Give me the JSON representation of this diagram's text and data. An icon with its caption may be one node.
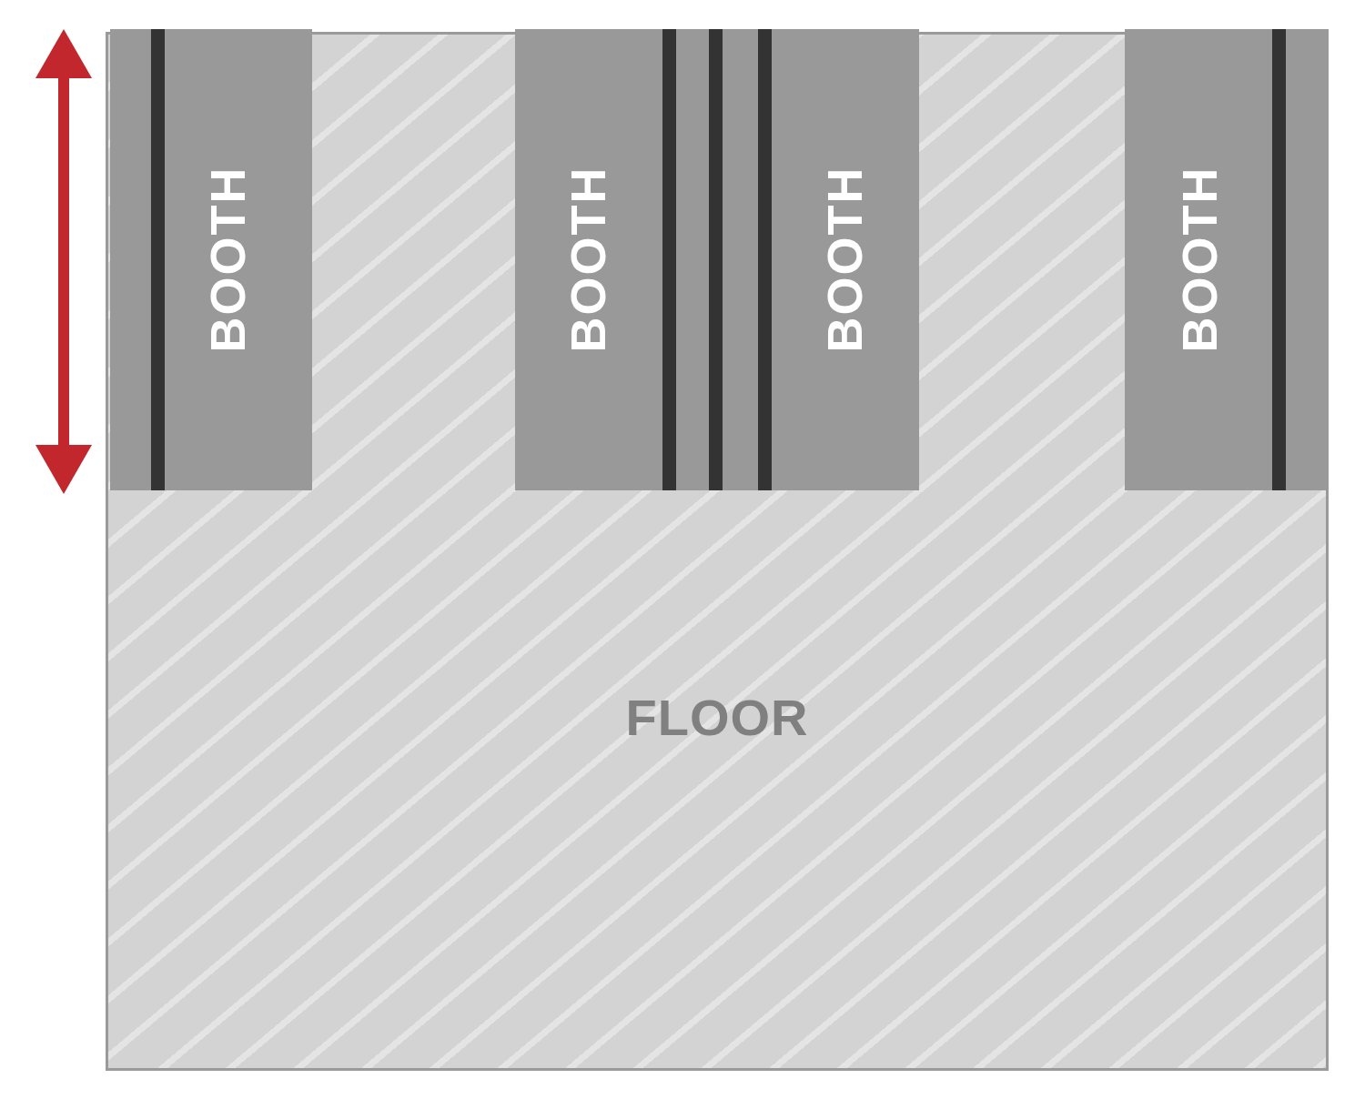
{
  "diagram": {
    "nodes": [
      {
        "text": [
          "BOOTH"
        ],
        "in": 4
      },
      {
        "text": [
          "BOOTH"
        ],
        "in": 4
      },
      {
        "text": [
          "BOOTH"
        ],
        "in": 4
      },
      {
        "text": [
          "BOOTH"
        ],
        "in": 4
      },
      {
        "text": [
          "FLOOR"
        ]
      }
    ]
  }
}
